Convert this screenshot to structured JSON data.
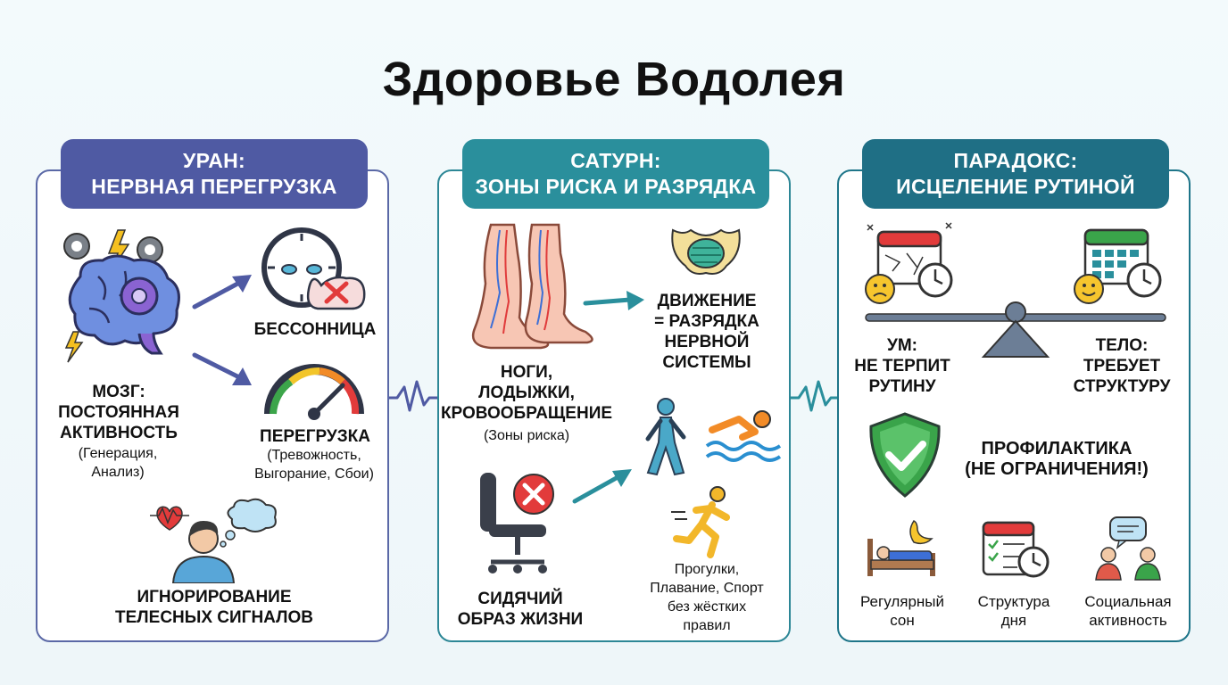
{
  "title": "Здоровье Водолея",
  "panels": {
    "uranus": {
      "header_line1": "УРАН:",
      "header_line2": "НЕРВНАЯ ПЕРЕГРУЗКА",
      "brain_label": [
        "МОЗГ:",
        "ПОСТОЯННАЯ",
        "АКТИВНОСТЬ"
      ],
      "brain_sub": [
        "(Генерация,",
        "Анализ)"
      ],
      "insomnia_label": "БЕССОННИЦА",
      "overload_label": "ПЕРЕГРУЗКА",
      "overload_sub": [
        "(Тревожность,",
        "Выгорание, Сбои)"
      ],
      "ignore_label": [
        "ИГНОРИРОВАНИЕ",
        "ТЕЛЕСНЫХ СИГНАЛОВ"
      ]
    },
    "saturn": {
      "header_line1": "САТУРН:",
      "header_line2": "ЗОНЫ РИСКА И РАЗРЯДКА",
      "legs_label": [
        "НОГИ,",
        "ЛОДЫЖКИ,",
        "КРОВООБРАЩЕНИЕ"
      ],
      "legs_sub": "(Зоны риска)",
      "movement_label": [
        "ДВИЖЕНИЕ",
        "= РАЗРЯДКА",
        "НЕРВНОЙ",
        "СИСТЕМЫ"
      ],
      "sedentary_label": [
        "СИДЯЧИЙ",
        "ОБРАЗ ЖИЗНИ"
      ],
      "activities_sub": [
        "Прогулки,",
        "Плавание, Спорт",
        "без жёстких",
        "правил"
      ]
    },
    "paradox": {
      "header_line1": "ПАРАДОКС:",
      "header_line2": "ИСЦЕЛЕНИЕ РУТИНОЙ",
      "mind_label": [
        "УМ:",
        "НЕ ТЕРПИТ",
        "РУТИНУ"
      ],
      "body_label": [
        "ТЕЛО:",
        "ТРЕБУЕТ",
        "СТРУКТУРУ"
      ],
      "prevention_label": [
        "ПРОФИЛАКТИКА",
        "(НЕ ОГРАНИЧЕНИЯ!)"
      ],
      "habits": [
        [
          "Регулярный",
          "сон"
        ],
        [
          "Структура",
          "дня"
        ],
        [
          "Социальная",
          "активность"
        ]
      ]
    }
  },
  "colors": {
    "uranus": "#4f5aa3",
    "saturn": "#2a8f9c",
    "paradox": "#1f6f85",
    "shield": "#3aa44a",
    "cross": "#e23b3b"
  }
}
